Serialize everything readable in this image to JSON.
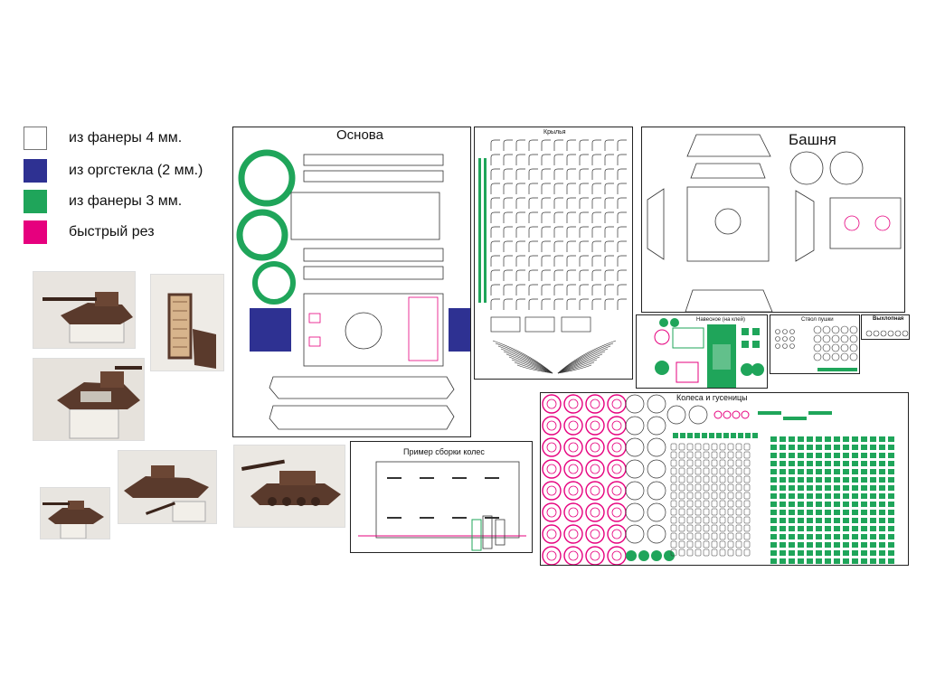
{
  "legend": {
    "items": [
      {
        "label": "из фанеры 4 мм.",
        "color": "#ffffff"
      },
      {
        "label": "из оргстекла (2 мм.)",
        "color": "#2e3192"
      },
      {
        "label": "из фанеры 3 мм.",
        "color": "#1fa55a"
      },
      {
        "label": "быстрый рез",
        "color": "#e6007e"
      }
    ]
  },
  "sheets": {
    "osnova": {
      "title": "Основа"
    },
    "krylya": {
      "title": "Крылья"
    },
    "bashnya": {
      "title": "Башня"
    },
    "navesnoe": {
      "title": "Навесное (на клей)"
    },
    "stvol": {
      "title": "Ствол пушки"
    },
    "vyhlopnaya": {
      "title": "Выхлопная"
    },
    "primer": {
      "title": "Пример сборки колес"
    },
    "kolesa": {
      "title": "Колеса и гусеницы"
    }
  },
  "colors": {
    "green": "#1fa55a",
    "blue": "#2e3192",
    "magenta": "#e6007e",
    "wood": "#5a3a2c",
    "line": "#333333"
  }
}
